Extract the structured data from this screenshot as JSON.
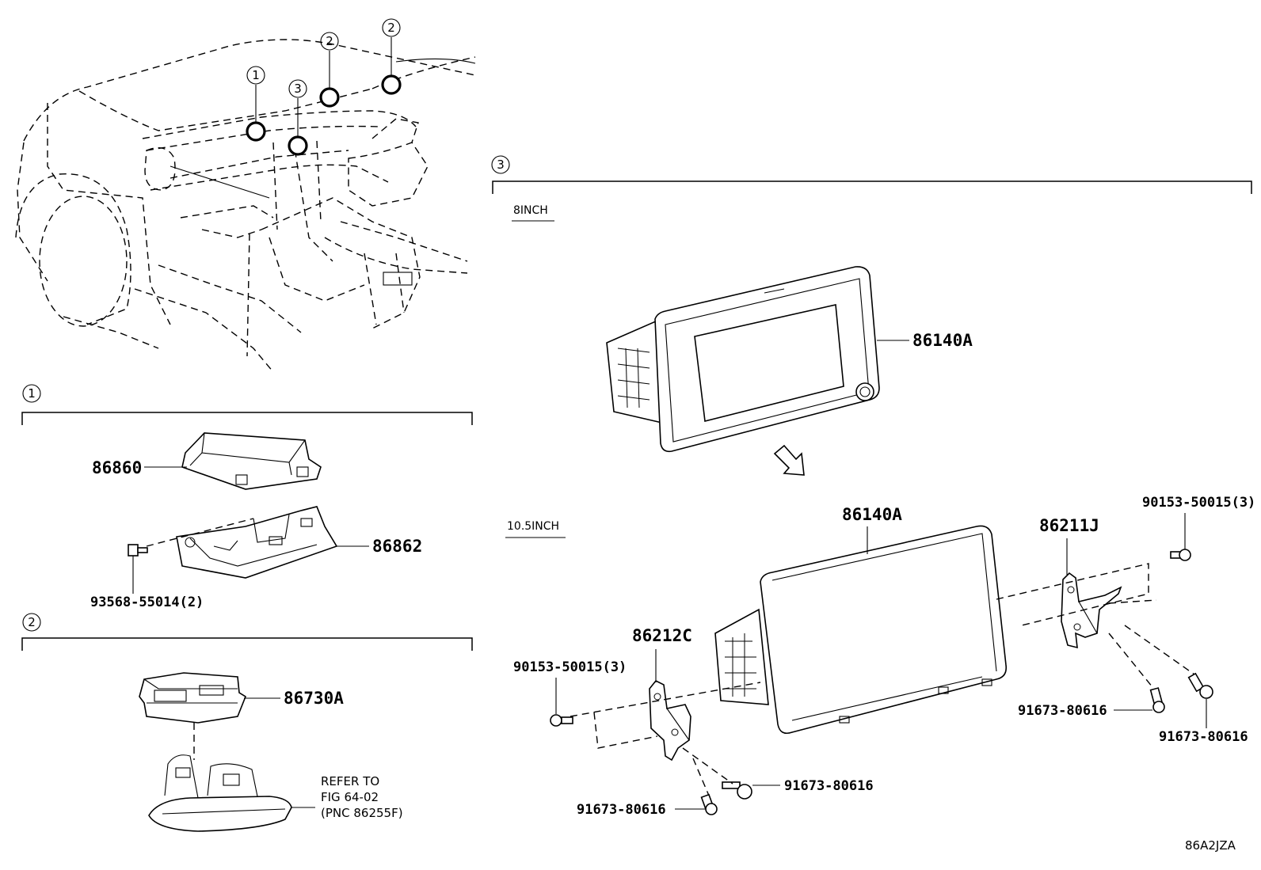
{
  "diagram": {
    "drawing_code": "86A2JZA",
    "location_callouts": [
      {
        "num": "1"
      },
      {
        "num": "2"
      },
      {
        "num": "2"
      },
      {
        "num": "3"
      }
    ],
    "sections": [
      {
        "num": "1",
        "parts": [
          "86860",
          "86862",
          "93568-55014(2)"
        ]
      },
      {
        "num": "2",
        "parts": [
          "86730A"
        ],
        "reference": [
          "REFER TO",
          "FIG 64-02",
          "(PNC 86255F)"
        ]
      },
      {
        "num": "3",
        "variants": [
          "8INCH",
          "10.5INCH"
        ],
        "parts": [
          "86140A",
          "86140A",
          "86211J",
          "86212C",
          "90153-50015(3)",
          "90153-50015(3)",
          "91673-80616",
          "91673-80616",
          "91673-80616",
          "91673-80616"
        ]
      }
    ]
  }
}
